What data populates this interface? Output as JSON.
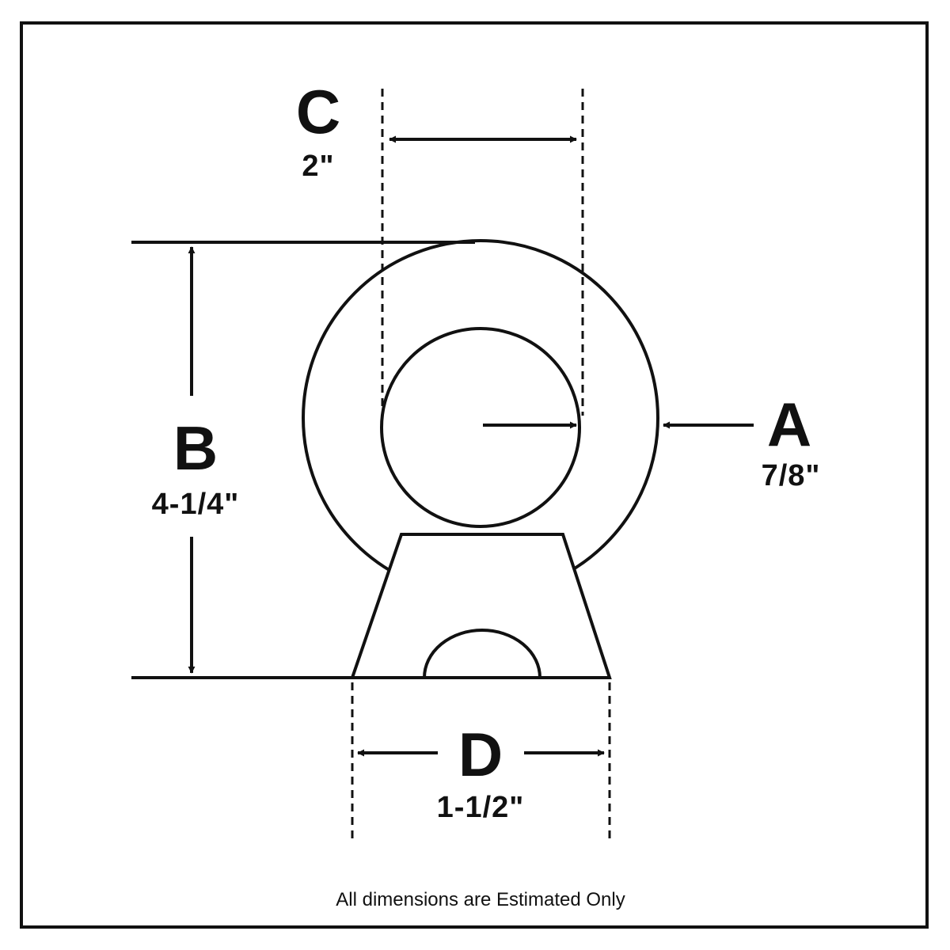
{
  "dimensions": {
    "a": {
      "letter": "A",
      "value": "7/8\""
    },
    "b": {
      "letter": "B",
      "value": "4-1/4\""
    },
    "c": {
      "letter": "C",
      "value": "2\""
    },
    "d": {
      "letter": "D",
      "value": "1-1/2\""
    }
  },
  "footnote": "All dimensions are Estimated Only",
  "colors": {
    "line": "#111111",
    "background": "#ffffff"
  }
}
